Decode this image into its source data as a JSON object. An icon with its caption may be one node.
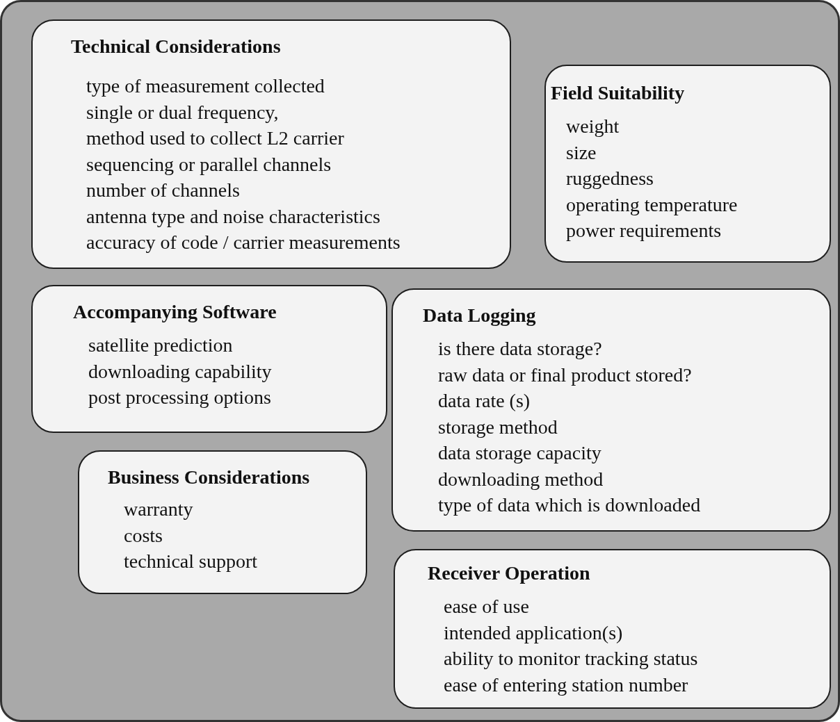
{
  "diagram": {
    "nodes": [
      {
        "text": [
          "Technical Considerations",
          "type of measurement collected",
          "single or dual frequency,",
          "method used to collect L2 carrier",
          "sequencing or parallel channels",
          "number of channels",
          "antenna type and noise characteristics",
          "accuracy of code / carrier measurements"
        ]
      },
      {
        "text": [
          "Field Suitability",
          "weight",
          "size",
          "ruggedness",
          "operating temperature",
          "power requirements"
        ]
      },
      {
        "text": [
          "Accompanying Software",
          "satellite prediction",
          "downloading capability",
          "post processing options"
        ]
      },
      {
        "text": [
          "Data Logging",
          "is there data storage?",
          "raw data or final product stored?",
          "data rate (s)",
          "storage method",
          "data storage capacity",
          "downloading method",
          "type of data which is downloaded"
        ]
      },
      {
        "text": [
          "Business Considerations",
          "warranty",
          "costs",
          "technical support"
        ]
      },
      {
        "text": [
          "Receiver Operation",
          "ease of use",
          "intended application(s)",
          "ability to monitor tracking status",
          "ease of entering station number"
        ]
      }
    ]
  }
}
